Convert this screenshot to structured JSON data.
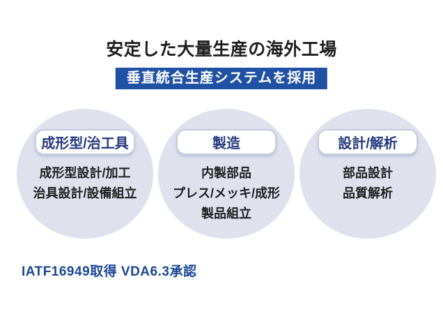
{
  "title": {
    "text": "安定した大量生産の海外工場"
  },
  "banner": {
    "text": "垂直統合生産システムを採用"
  },
  "circles": [
    {
      "label": "成形型/治工具",
      "lines": [
        "成形型設計/加工",
        "治具設計/設備組立"
      ]
    },
    {
      "label": "製造",
      "lines": [
        "内製部品",
        "プレス/メッキ/成形",
        "製品組立"
      ]
    },
    {
      "label": "設計/解析",
      "lines": [
        "部品設計",
        "品質解析"
      ]
    }
  ],
  "footer": {
    "text": "IATF16949取得 VDA6.3承認"
  },
  "colors": {
    "page-bg": "#ffffff",
    "title-text": "#1e1e1e",
    "banner-bg": "#2151a3",
    "banner-text": "#ffffff",
    "circle-bg": "#dfe1ed",
    "pill-bg": "#ffffff",
    "pill-border": "#c6ccdd",
    "pill-text": "#27397f",
    "body-text": "#1f1f1f",
    "footer-text": "#1c4695"
  }
}
